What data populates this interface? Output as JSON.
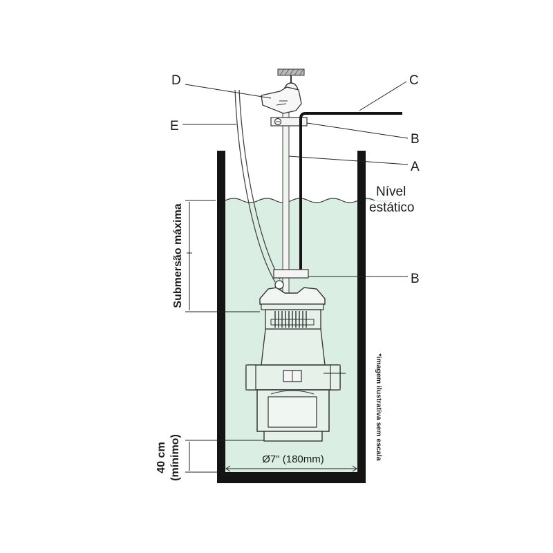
{
  "diagram": {
    "labels": {
      "D": "D",
      "C": "C",
      "E": "E",
      "B_top": "B",
      "A": "A",
      "B_bottom": "B",
      "nivel": "Nível",
      "estatico": "estático",
      "submersao": "Submersão máxima",
      "cm40": "40 cm",
      "minimo": "(mínimo)",
      "diameter": "Ø7\"  (180mm)",
      "note": "*imagem ilustrativa sem escala"
    },
    "colors": {
      "water": "#dbeee4",
      "wall": "#141414",
      "line": "#1a1a1a",
      "pump_body": "#e6f1ea"
    }
  }
}
